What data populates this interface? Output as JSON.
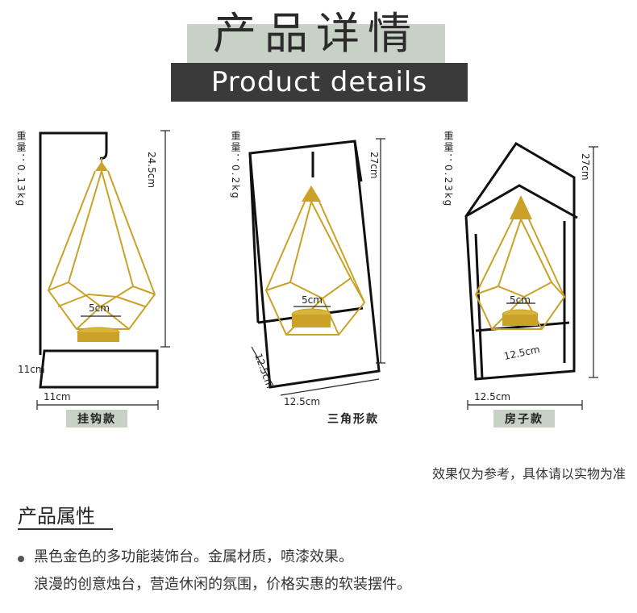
{
  "header": {
    "title_cn": "产品详情",
    "title_en": "Product details"
  },
  "products": [
    {
      "name": "挂钩款",
      "weight": "重量：0.13kg",
      "height": "24.5cm",
      "width": "11cm",
      "depth": "11cm",
      "candle": "5cm"
    },
    {
      "name": "三角形款",
      "weight": "重量：0.2kg",
      "height": "27cm",
      "width": "12.5cm",
      "depth": "12.5cm",
      "candle": "5cm"
    },
    {
      "name": "房子款",
      "weight": "重量：0.23kg",
      "height": "27cm",
      "width": "12.5cm",
      "depth": "12.5cm",
      "candle": "5cm"
    }
  ],
  "disclaimer": "效果仅为参考，具体请以实物为准",
  "attributes": {
    "title": "产品属性",
    "line1": "黑色金色的多功能装饰台。金属材质，喷漆效果。",
    "line2": "浪漫的创意烛台，营造休闲的氛围，价格实惠的软装摆件。"
  },
  "colors": {
    "gold": "#c9a227",
    "frame": "#111111",
    "label_bg": "#c8d1c6",
    "header_dark": "#3a3a3a"
  }
}
